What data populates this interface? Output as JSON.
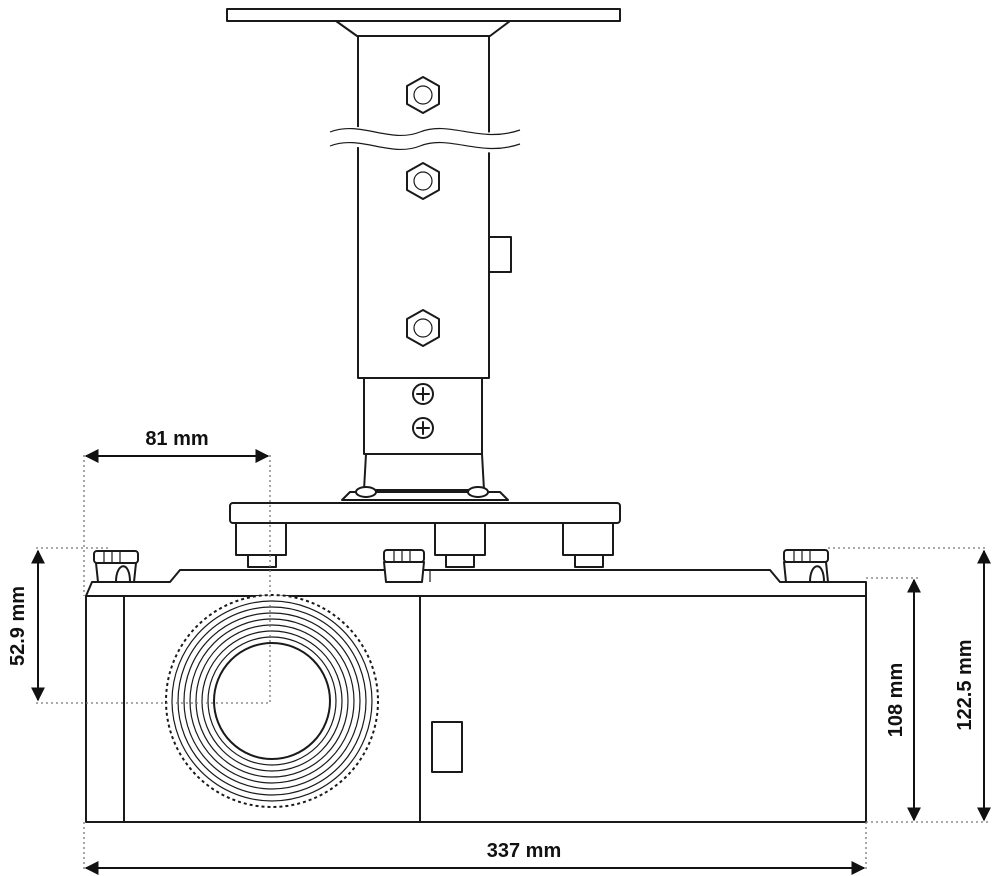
{
  "dimensions": {
    "lens_offset_horizontal": "81 mm",
    "lens_offset_vertical": "52.9 mm",
    "total_width": "337 mm",
    "body_height": "108 mm",
    "total_height": "122.5 mm"
  }
}
